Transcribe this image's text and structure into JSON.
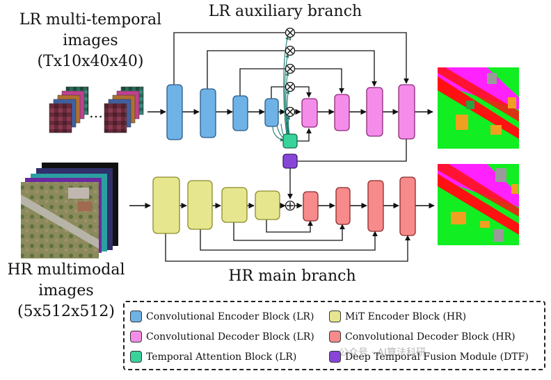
{
  "labels": {
    "lr_input": [
      "LR multi-temporal",
      "images",
      "(Tx10x40x40)"
    ],
    "hr_input": [
      "HR multimodal",
      "images",
      "(5x512x512)"
    ],
    "lr_branch": "LR auxiliary branch",
    "hr_branch": "HR main branch",
    "ellipsis": "…"
  },
  "legend": [
    {
      "text": "Convolutional Encoder Block (LR)",
      "color": "#6fb2e6"
    },
    {
      "text": "MiT Encoder Block (HR)",
      "color": "#e6e68f"
    },
    {
      "text": "Convolutional Decoder Block (LR)",
      "color": "#f58ce9"
    },
    {
      "text": "Convolutional Decoder Block (HR)",
      "color": "#f78a8a"
    },
    {
      "text": "Temporal Attention Block (LR)",
      "color": "#37d39b"
    },
    {
      "text": "Deep Temporal Fusion Module (DTF)",
      "color": "#8846d8"
    }
  ],
  "watermark": "公众号 · AI算法科研",
  "colors": {
    "lr_encoder": "#6fb2e6",
    "lr_decoder": "#f58ce9",
    "hr_encoder": "#e6e68f",
    "hr_decoder": "#f78a8a",
    "temporal_attention": "#37d39b",
    "dtf": "#8846d8",
    "seg_green": "#11ee22",
    "seg_red": "#ff1111",
    "seg_magenta": "#ff22ff",
    "seg_orange": "#f0a020",
    "seg_gray": "#9a9a9a",
    "attention_arrow": "#1d7a6e"
  },
  "icons": [
    "multiply-icon",
    "add-icon"
  ]
}
